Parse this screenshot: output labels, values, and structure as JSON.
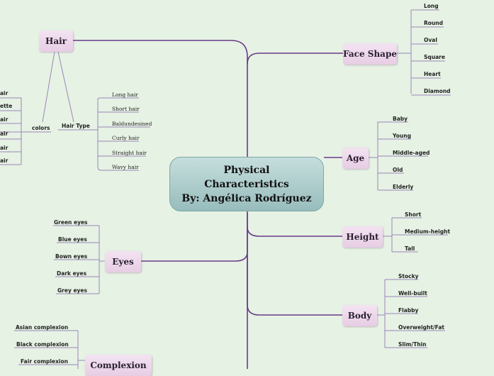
{
  "central": {
    "line1": "Physical",
    "line2": "Characteristics",
    "line3": "By: Angélica Rodríguez"
  },
  "topics": {
    "hair": "Hair",
    "face_shape": "Face Shape",
    "age": "Age",
    "height": "Height",
    "body": "Body",
    "eyes": "Eyes",
    "complexion": "Complexion"
  },
  "hair_subtopics": {
    "colors": "colors",
    "hair_type": "Hair Type"
  },
  "colors_items": [
    "air",
    "ette",
    "air",
    "air",
    "air",
    "air"
  ],
  "hair_type_items": [
    "Long hair",
    "Short hair",
    "Baldundesined",
    "Curly hair",
    "Straight hair",
    "Wavy hair"
  ],
  "face_shape_items": [
    "Long",
    "Round",
    "Oval",
    "Square",
    "Heart",
    "Diamond"
  ],
  "age_items": [
    "Baby",
    "Young",
    "Middle-aged",
    "Old",
    "Elderly"
  ],
  "height_items": [
    "Short",
    "Medium-height",
    "Tall"
  ],
  "body_items": [
    "Stocky",
    "Well-built",
    "Flabby",
    "Overweight/Fat",
    "Slim/Thin"
  ],
  "eyes_items": [
    "Green eyes",
    "Blue eyes",
    "Bown eyes",
    "Dark eyes",
    "Grey eyes"
  ],
  "complexion_items": [
    "Asian complexion",
    "Black complexion",
    "Fair complexion"
  ],
  "colors": {
    "main_line": "#6a3a8a",
    "leaf_line": "#9b86b8",
    "background": "#e6f2e4"
  }
}
